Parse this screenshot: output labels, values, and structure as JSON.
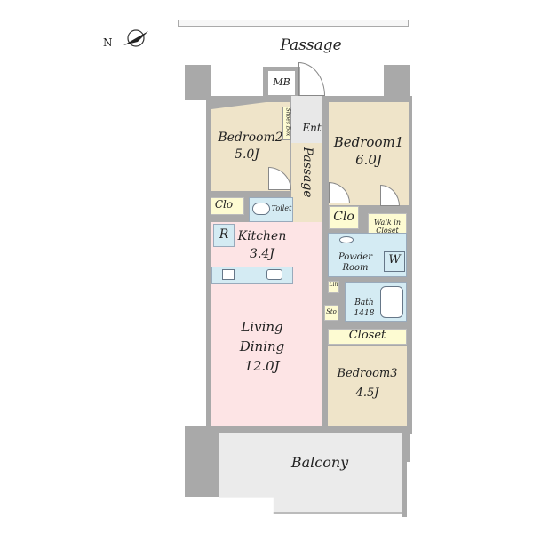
{
  "header": {
    "corridor_label": "Passage"
  },
  "compass": {
    "label": "N",
    "icon": "north-arrow-icon"
  },
  "rooms": {
    "mb": "MB",
    "shoe_box": "Shoes Box",
    "entrance": "Ent",
    "passage": "Passage",
    "bedroom2": {
      "name": "Bedroom2",
      "size": "5.0J"
    },
    "bedroom1": {
      "name": "Bedroom1",
      "size": "6.0J"
    },
    "clo_left": "Clo",
    "toilet": "Toilet",
    "clo_right": "Clo",
    "walk_in_closet": "Walk in Closet",
    "refrigerator": "R",
    "kitchen": {
      "name": "Kitchen",
      "size": "3.4J"
    },
    "powder_room": "Powder Room",
    "washer": "W",
    "linen": "Lin",
    "bath": {
      "name": "Bath",
      "size": "1418"
    },
    "storage": "Sto",
    "closet": "Closet",
    "living_dining": {
      "name1": "Living",
      "name2": "Dining",
      "size": "12.0J"
    },
    "bedroom3": {
      "name": "Bedroom3",
      "size": "4.5J"
    },
    "balcony": "Balcony"
  },
  "colors": {
    "bedroom": "#efe4c9",
    "living": "#fde4e5",
    "wet": "#d4ebf3",
    "closet": "#fdfbd2",
    "wall": "#a9a9a9",
    "balcony": "#ebebeb"
  }
}
